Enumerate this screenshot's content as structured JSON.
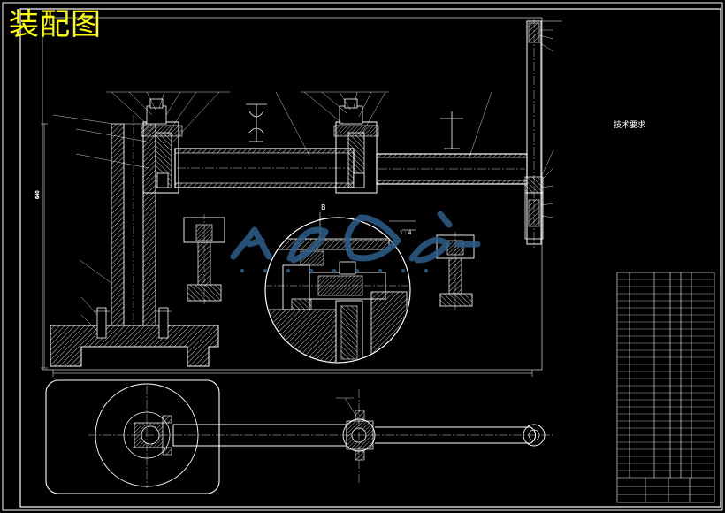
{
  "drawing": {
    "title": "装配图",
    "tech_requirements_title": "技术要求",
    "tech_requirements": [
      "",
      "",
      "",
      "",
      "",
      ""
    ],
    "section_letter": "B",
    "section_ratio": "1 : 4"
  },
  "colors": {
    "background": "#000000",
    "line": "#ffffff",
    "title": "#ffff00",
    "hatch": "#ffffff",
    "watermark": "#2d5f8a"
  },
  "icons": {
    "watermark": "logo-watermark-icon"
  }
}
